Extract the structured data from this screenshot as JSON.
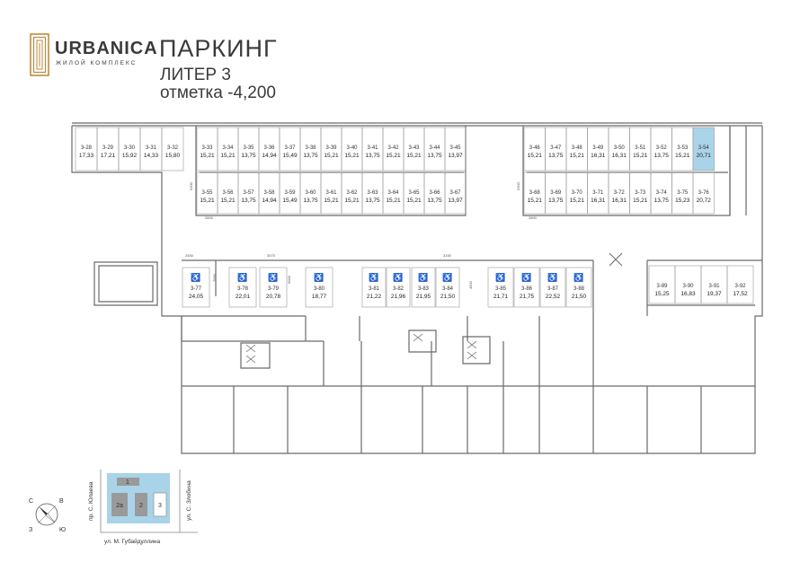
{
  "brand": {
    "name": "URBANICA",
    "tagline": "ЖИЛОЙ КОМПЛЕКС"
  },
  "header": {
    "title": "ПАРКИНГ",
    "liter": "ЛИТЕР 3",
    "level": "отметка -4,200"
  },
  "colors": {
    "highlight": "#a9d3e8",
    "wall": "#6a6a6a",
    "gold": "#c18a3c",
    "key_fill": "#a9d3e8",
    "key_building": "#9a9a9a"
  },
  "spaces_row1_left": [
    {
      "id": "3-28",
      "area": "17,33"
    },
    {
      "id": "3-29",
      "area": "17,21"
    },
    {
      "id": "3-30",
      "area": "15,92"
    },
    {
      "id": "3-31",
      "area": "14,33"
    },
    {
      "id": "3-32",
      "area": "15,80"
    }
  ],
  "spaces_row1_mid": [
    {
      "id": "3-33",
      "area": "15,21"
    },
    {
      "id": "3-34",
      "area": "15,21"
    },
    {
      "id": "3-35",
      "area": "13,75"
    },
    {
      "id": "3-36",
      "area": "14,94"
    },
    {
      "id": "3-37",
      "area": "15,49"
    },
    {
      "id": "3-38",
      "area": "13,75"
    },
    {
      "id": "3-39",
      "area": "15,21"
    },
    {
      "id": "3-40",
      "area": "15,21"
    },
    {
      "id": "3-41",
      "area": "13,75"
    },
    {
      "id": "3-42",
      "area": "15,21"
    },
    {
      "id": "3-43",
      "area": "15,21"
    },
    {
      "id": "3-44",
      "area": "13,75"
    },
    {
      "id": "3-45",
      "area": "13,97"
    }
  ],
  "spaces_row2_mid": [
    {
      "id": "3-55",
      "area": "15,21"
    },
    {
      "id": "3-56",
      "area": "15,21"
    },
    {
      "id": "3-57",
      "area": "13,75"
    },
    {
      "id": "3-58",
      "area": "14,94"
    },
    {
      "id": "3-59",
      "area": "15,49"
    },
    {
      "id": "3-60",
      "area": "13,75"
    },
    {
      "id": "3-61",
      "area": "15,21"
    },
    {
      "id": "3-62",
      "area": "15,21"
    },
    {
      "id": "3-63",
      "area": "13,75"
    },
    {
      "id": "3-64",
      "area": "15,21"
    },
    {
      "id": "3-65",
      "area": "15,21"
    },
    {
      "id": "3-66",
      "area": "13,75"
    },
    {
      "id": "3-67",
      "area": "13,97"
    }
  ],
  "spaces_row1_right": [
    {
      "id": "3-46",
      "area": "15,21"
    },
    {
      "id": "3-47",
      "area": "13,75"
    },
    {
      "id": "3-48",
      "area": "15,21"
    },
    {
      "id": "3-49",
      "area": "16,31"
    },
    {
      "id": "3-50",
      "area": "16,31"
    },
    {
      "id": "3-51",
      "area": "15,21"
    },
    {
      "id": "3-52",
      "area": "13,75"
    },
    {
      "id": "3-53",
      "area": "15,21"
    },
    {
      "id": "3-54",
      "area": "20,71",
      "highlight": true
    }
  ],
  "spaces_row2_right": [
    {
      "id": "3-68",
      "area": "15,21"
    },
    {
      "id": "3-69",
      "area": "13,75"
    },
    {
      "id": "3-70",
      "area": "15,21"
    },
    {
      "id": "3-71",
      "area": "16,31"
    },
    {
      "id": "3-72",
      "area": "16,31"
    },
    {
      "id": "3-73",
      "area": "15,21"
    },
    {
      "id": "3-74",
      "area": "13,75"
    },
    {
      "id": "3-75",
      "area": "15,23"
    },
    {
      "id": "3-76",
      "area": "20,72"
    }
  ],
  "spaces_lower": [
    {
      "id": "3-77",
      "area": "24,05",
      "accessible": true
    },
    {
      "id": "3-78",
      "area": "22,01",
      "accessible": true
    },
    {
      "id": "3-79",
      "area": "20,78",
      "accessible": true
    },
    {
      "id": "3-80",
      "area": "18,77",
      "accessible": true
    },
    {
      "id": "3-81",
      "area": "21,22",
      "accessible": true
    },
    {
      "id": "3-82",
      "area": "21,96",
      "accessible": true
    },
    {
      "id": "3-83",
      "area": "21,95",
      "accessible": true
    },
    {
      "id": "3-84",
      "area": "21,50",
      "accessible": true
    },
    {
      "id": "3-85",
      "area": "21,71",
      "accessible": true
    },
    {
      "id": "3-86",
      "area": "21,75",
      "accessible": true
    },
    {
      "id": "3-87",
      "area": "22,52",
      "accessible": true
    },
    {
      "id": "3-88",
      "area": "21,50",
      "accessible": true
    }
  ],
  "spaces_lower_right": [
    {
      "id": "3-89",
      "area": "15,25"
    },
    {
      "id": "3-90",
      "area": "16,83"
    },
    {
      "id": "3-91",
      "area": "19,37"
    },
    {
      "id": "3-92",
      "area": "17,52"
    }
  ],
  "dimensions": [
    "5300",
    "2800",
    "5300",
    "2800",
    "2450",
    "7560",
    "3075",
    "6000",
    "3150",
    "4600"
  ],
  "key_map": {
    "street_top_left": "пр. С. Юлаева",
    "street_right": "ул. С. Злобина",
    "street_bottom": "ул. М. Губайдуллина",
    "buildings": [
      "1",
      "2а",
      "2",
      "3"
    ],
    "compass": {
      "n": "С",
      "e": "В",
      "s": "Ю",
      "w": "З"
    }
  }
}
